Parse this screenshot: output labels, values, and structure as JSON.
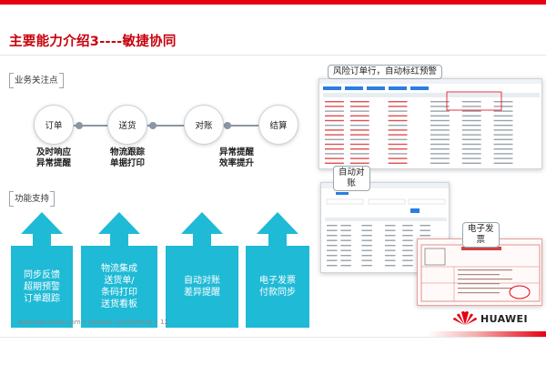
{
  "slide": {
    "title": "主要能力介绍3----敏捷协同",
    "accent_color": "#c7000b",
    "arrow_color": "#1fbad6"
  },
  "business_focus": {
    "label": "业务关注点",
    "steps": [
      {
        "name": "订单",
        "caption": "及时响应\n异常提醒"
      },
      {
        "name": "送货",
        "caption": "物流跟踪\n单据打印"
      },
      {
        "name": "对账",
        "caption": "异常提醒\n效率提升"
      },
      {
        "name": "结算",
        "caption": ""
      }
    ]
  },
  "functions": {
    "label": "功能支持",
    "items": [
      "同步反馈\n超期预警\n订单跟踪",
      "物流集成\n送货单/\n条码打印\n送货看板",
      "自动对账\n差异提醒",
      "电子发票\n付款同步"
    ]
  },
  "callouts": {
    "risk_order": "风险订单行，自动标红预警",
    "auto_reconcile": "自动对\n账",
    "e_invoice": "电子发\n票"
  },
  "footer": {
    "text": "www.hwclouds.com • Huawei Confidential • 12",
    "brand": "HUAWEI"
  }
}
